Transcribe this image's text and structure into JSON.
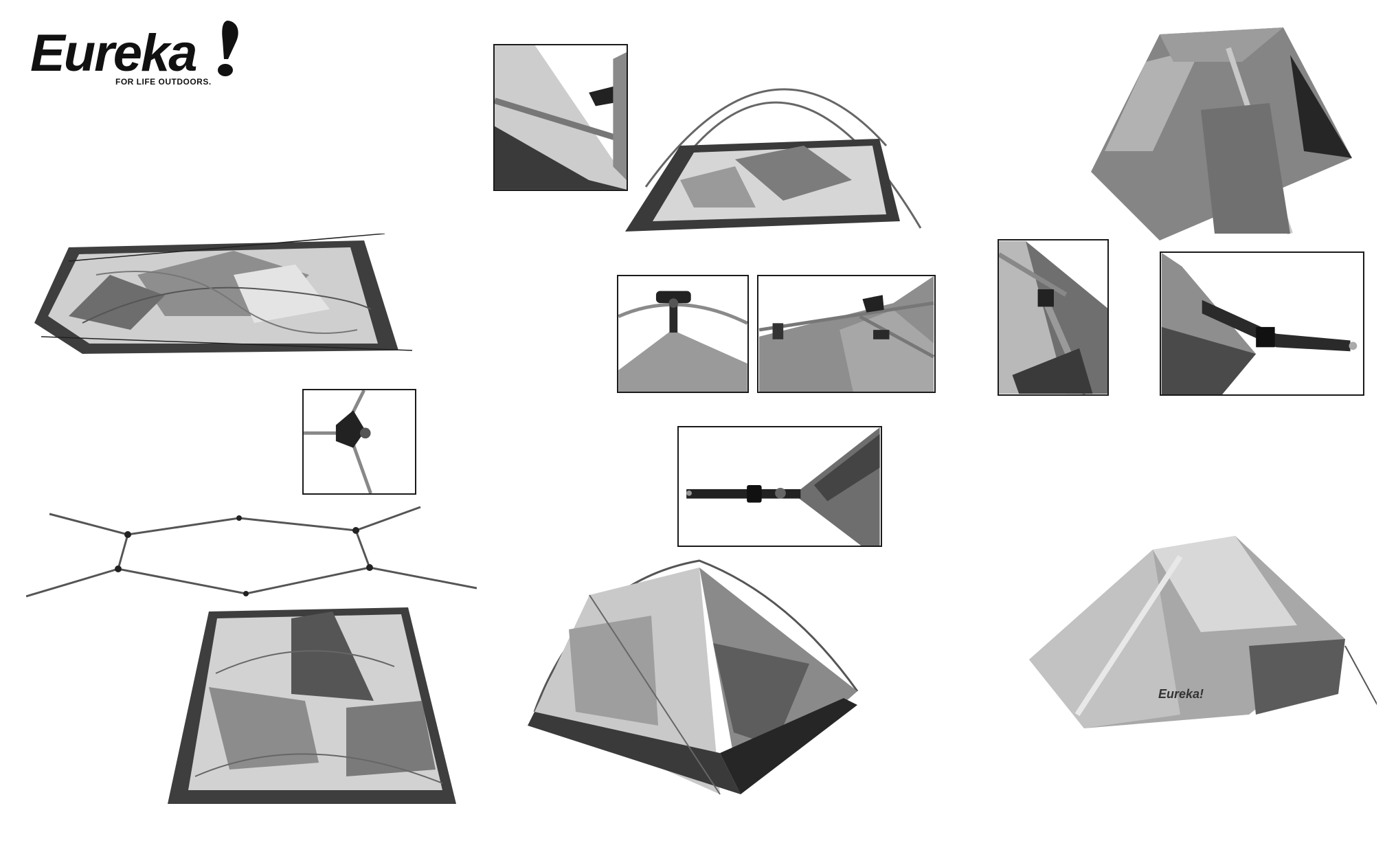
{
  "brand": {
    "name": "Eureka",
    "tagline": "FOR LIFE OUTDOORS."
  },
  "tent_print": {
    "brand": "Eureka!"
  },
  "figures": [
    "flat-tent-body",
    "pole-hub-detail",
    "pole-frame",
    "tent-body-folded",
    "corner-pole-clip-detail",
    "tent-body-with-poles-arching",
    "pole-top-clip-detail",
    "pole-crossing-clip-detail",
    "stake-loop-webbing-detail",
    "pitched-tent-inner",
    "tent-with-rainfly-rear",
    "rainfly-pole-sleeve-detail",
    "rainfly-buckle-strap-detail",
    "tent-with-rainfly-front"
  ],
  "colors": {
    "ink": "#111111",
    "fabric_light": "#cfcfcf",
    "fabric_mid": "#9d9d9d",
    "fabric_dark": "#4a4a4a",
    "mesh": "#6c6c6c"
  }
}
